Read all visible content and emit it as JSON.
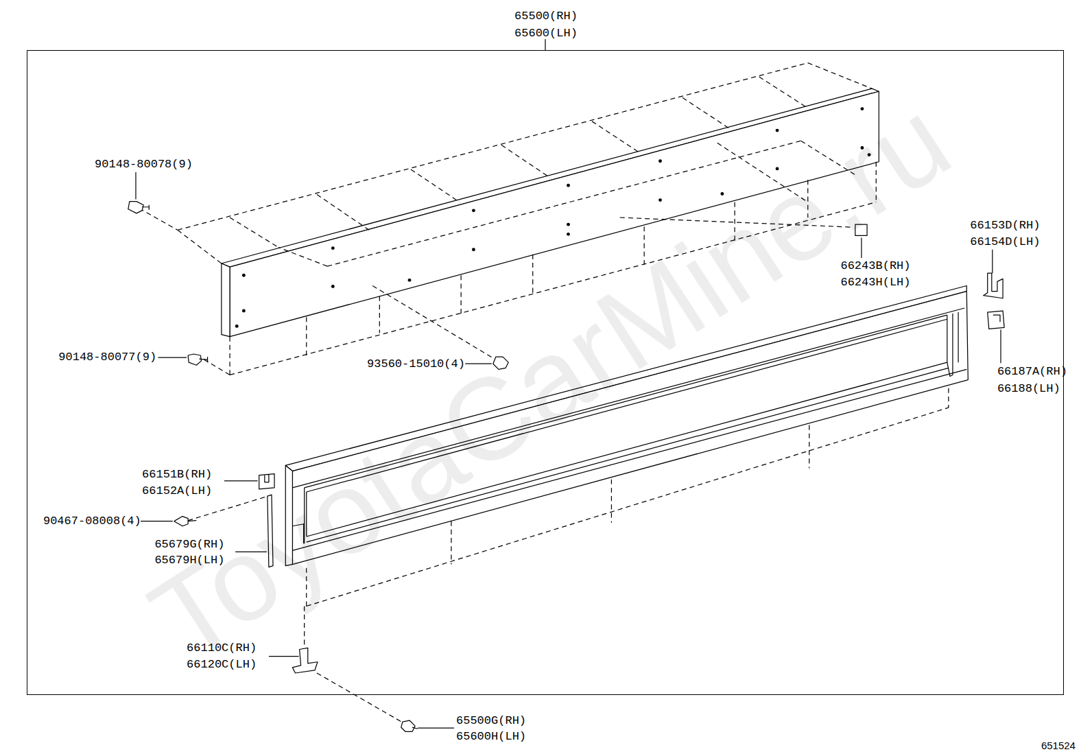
{
  "diagram": {
    "nodes": [
      {
        "text": [
          "65500(RH)",
          "65600(LH)"
        ]
      }
    ],
    "labels": [
      "90148-80078(9)",
      "90148-80077(9)",
      "93560-15010(4)",
      "66243B(RH)",
      "66243H(LH)",
      "66153D(RH)",
      "66154D(LH)",
      "66187A(RH)",
      "66188(LH)",
      "66151B(RH)",
      "66152A(LH)",
      "90467-08008(4)",
      "65679G(RH)",
      "65679H(LH)",
      "66110C(RH)",
      "66120C(LH)",
      "65500G(RH)",
      "65600H(LH)",
      "651524",
      "ToyotaCarMine.ru"
    ]
  }
}
